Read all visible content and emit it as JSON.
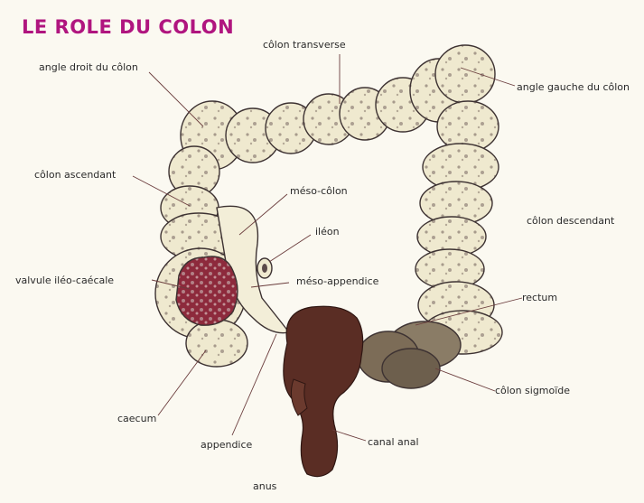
{
  "title": "LE ROLE DU COLON",
  "labels": {
    "colon_transverse": "côlon transverse",
    "angle_droit": "angle droit du côlon",
    "angle_gauche": "angle gauche du côlon",
    "colon_ascendant": "côlon ascendant",
    "meso_colon": "méso-côlon",
    "ileon": "iléon",
    "colon_descendant": "côlon descendant",
    "valvule": "valvule iléo-caécale",
    "meso_appendice": "méso-appendice",
    "rectum": "rectum",
    "colon_sigmoide": "côlon sigmoïde",
    "caecum": "caecum",
    "canal_anal": "canal anal",
    "appendice": "appendice",
    "anus": "anus"
  },
  "colors": {
    "title": "#b0157f",
    "colon_fill": "#efe9cf",
    "colon_shade": "#5b4a49",
    "rectum": "#5a2d24",
    "valvule": "#8d2a3c",
    "leader": "#6a3c3c"
  }
}
